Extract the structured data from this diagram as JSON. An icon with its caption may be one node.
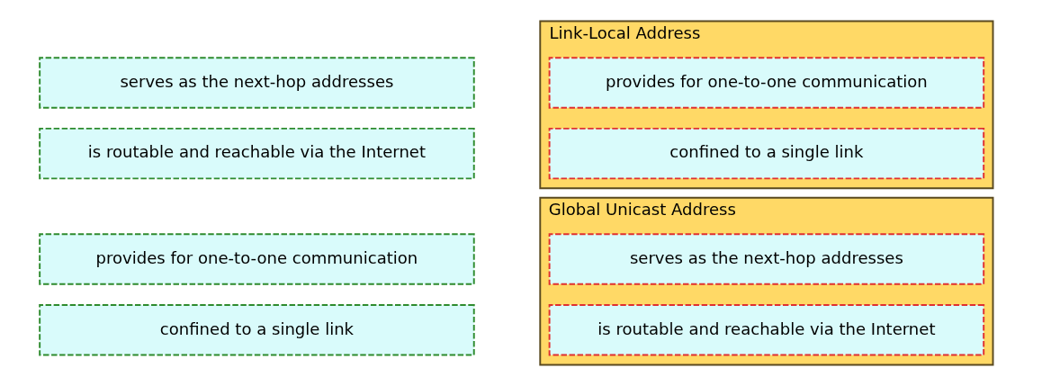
{
  "diagram": {
    "nodes": [
      {
        "text": [
          "provides for one-to-one communication"
        ]
      },
      {
        "text": [
          "confined to a single link"
        ]
      },
      {
        "text": [
          "serves as the next-hop addresses"
        ]
      },
      {
        "text": [
          "is routable and reachable via the Internet"
        ]
      },
      {
        "text": [
          "Global Unicast Address"
        ]
      },
      {
        "text": [
          "serves as the next-hop addresses"
        ],
        "in": 4
      },
      {
        "text": [
          "is routable and reachable via the Internet"
        ],
        "in": 4
      },
      {
        "text": [
          "Link-Local Address"
        ]
      },
      {
        "text": [
          "provides for one-to-one communication"
        ],
        "in": 7
      },
      {
        "text": [
          "confined to a single link"
        ],
        "in": 7
      }
    ],
    "edges": []
  }
}
